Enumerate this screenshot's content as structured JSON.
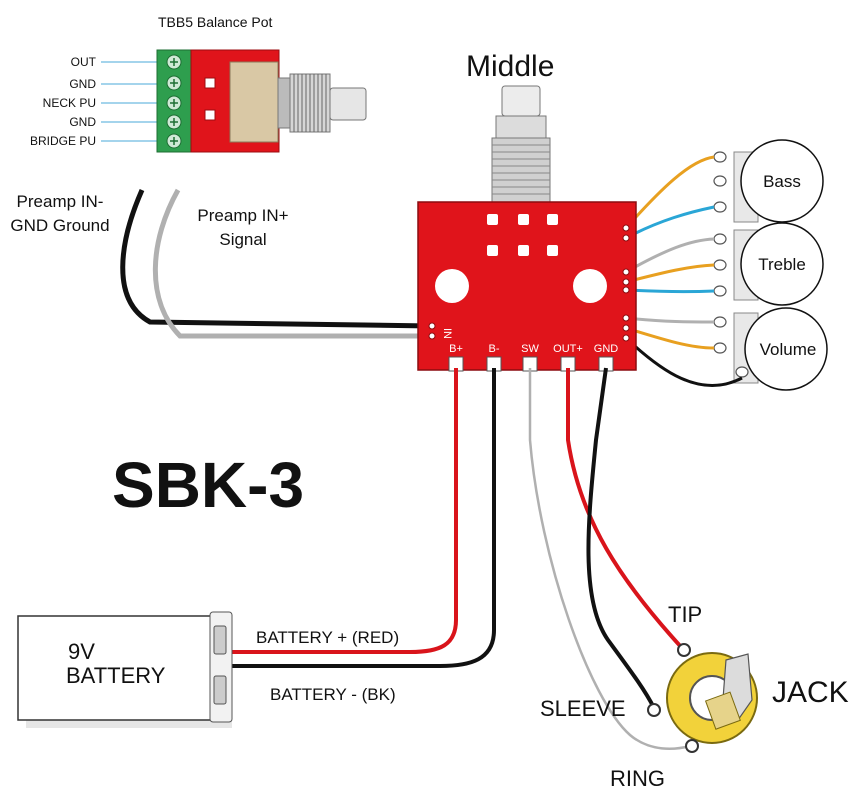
{
  "title": "SBK-3",
  "balance_pot": {
    "title": "TBB5 Balance Pot",
    "pins": [
      "OUT",
      "GND",
      "NECK PU",
      "GND",
      "BRIDGE PU"
    ]
  },
  "middle_pot": {
    "label": "Middle"
  },
  "knobs": {
    "bass": "Bass",
    "treble": "Treble",
    "volume": "Volume"
  },
  "preamp": {
    "in_minus_line1": "Preamp IN-",
    "in_minus_line2": "GND Ground",
    "in_plus_line1": "Preamp IN+",
    "in_plus_line2": "Signal",
    "input_pin_label": "IN"
  },
  "board_pins": [
    "B+",
    "B-",
    "SW",
    "OUT+",
    "GND"
  ],
  "battery": {
    "line1": "9V",
    "line2": "BATTERY",
    "plus_label": "BATTERY + (RED)",
    "minus_label": "BATTERY - (BK)"
  },
  "jack": {
    "label": "JACK",
    "tip": "TIP",
    "sleeve": "SLEEVE",
    "ring": "RING"
  },
  "colors": {
    "board": "#e0141b",
    "red_wire": "#d9141b",
    "black_wire": "#111111",
    "gray_wire": "#b0b0b0",
    "orange_wire": "#e8a020",
    "blue_wire": "#2aa6d6",
    "terminal_green": "#2e9e4e",
    "jack_yellow": "#f2d23a"
  }
}
